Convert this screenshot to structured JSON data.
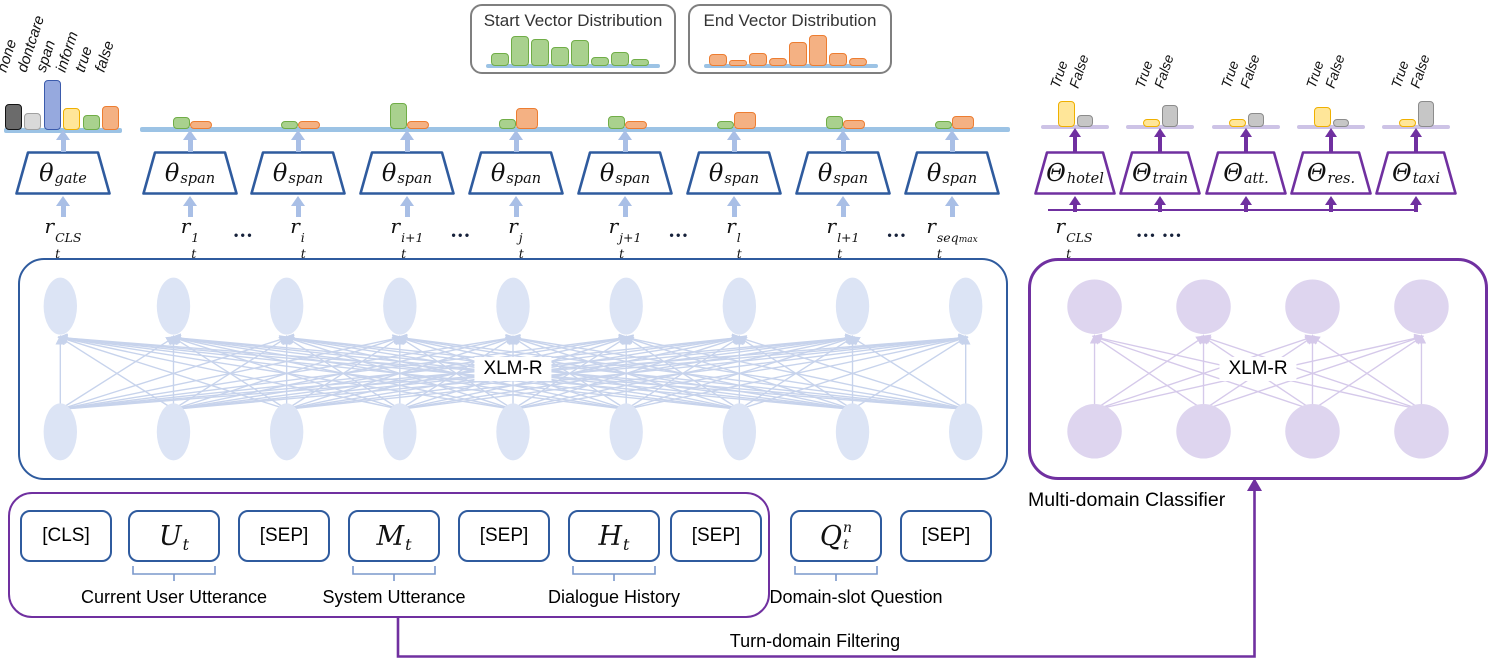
{
  "colors": {
    "blue": "#2f5b9e",
    "purple": "#7030a0",
    "light_blue": "#a9bfe6",
    "baseline_blue": "#9cc3e5",
    "baseline_purple": "#cdc3e6",
    "node_blue": "#dce4f5",
    "edge_blue": "#c7d3ec",
    "node_purple": "#ded5ef",
    "edge_purple": "#d5c9ea",
    "brace_blue": "#7a98cc",
    "box_gray": "#7f7f7f",
    "bars": {
      "dark": {
        "fill": "#6b6b6b",
        "edge": "#141414"
      },
      "gray": {
        "fill": "#d9d9d9",
        "edge": "#a0a0a0"
      },
      "dgray": {
        "fill": "#c6c6c6",
        "edge": "#8c8c8c"
      },
      "bluebar": {
        "fill": "#96a9de",
        "edge": "#3b5bac"
      },
      "yellow": {
        "fill": "#ffe699",
        "edge": "#efb000"
      },
      "green": {
        "fill": "#a9d18e",
        "edge": "#70ad47"
      },
      "orange": {
        "fill": "#f4b183",
        "edge": "#ed7d31"
      }
    }
  },
  "gate_chart": {
    "bars": [
      {
        "label": "none",
        "color": "dark",
        "h": 26
      },
      {
        "label": "dontcare",
        "color": "gray",
        "h": 17
      },
      {
        "label": "span",
        "color": "bluebar",
        "h": 50
      },
      {
        "label": "inform",
        "color": "yellow",
        "h": 22
      },
      {
        "label": "true",
        "color": "green",
        "h": 15
      },
      {
        "label": "false",
        "color": "orange",
        "h": 24
      }
    ]
  },
  "distributions": [
    {
      "title": "Start Vector Distribution",
      "color": "green",
      "values": [
        13,
        30,
        27,
        19,
        26,
        9,
        14,
        7
      ]
    },
    {
      "title": "End Vector Distribution",
      "color": "orange",
      "values": [
        12,
        6,
        13,
        8,
        24,
        31,
        13,
        8
      ]
    }
  ],
  "span_charts": [
    {
      "start": 12,
      "end": 8
    },
    {
      "start": 8,
      "end": 8
    },
    {
      "start": 26,
      "end": 8
    },
    {
      "start": 10,
      "end": 21
    },
    {
      "start": 13,
      "end": 8
    },
    {
      "start": 8,
      "end": 17
    },
    {
      "start": 13,
      "end": 9
    },
    {
      "start": 8,
      "end": 13
    }
  ],
  "domain_charts": {
    "labels": [
      "True",
      "False"
    ],
    "charts": [
      {
        "domain": "hotel",
        "true_h": 26,
        "false_h": 12
      },
      {
        "domain": "train",
        "true_h": 8,
        "false_h": 22
      },
      {
        "domain": "att.",
        "true_h": 8,
        "false_h": 14
      },
      {
        "domain": "res.",
        "true_h": 20,
        "false_h": 8
      },
      {
        "domain": "taxi",
        "true_h": 8,
        "false_h": 26
      }
    ]
  },
  "trapezoids": {
    "left": [
      {
        "sym": "θ",
        "sub": "gate"
      },
      {
        "sym": "θ",
        "sub": "span"
      },
      {
        "sym": "θ",
        "sub": "span"
      },
      {
        "sym": "θ",
        "sub": "span"
      },
      {
        "sym": "θ",
        "sub": "span"
      },
      {
        "sym": "θ",
        "sub": "span"
      },
      {
        "sym": "θ",
        "sub": "span"
      },
      {
        "sym": "θ",
        "sub": "span"
      },
      {
        "sym": "θ",
        "sub": "span"
      }
    ],
    "right": [
      {
        "sym": "Θ",
        "sub": "hotel"
      },
      {
        "sym": "Θ",
        "sub": "train"
      },
      {
        "sym": "Θ",
        "sub": "att."
      },
      {
        "sym": "Θ",
        "sub": "res."
      },
      {
        "sym": "Θ",
        "sub": "taxi"
      }
    ]
  },
  "r_labels": {
    "base": "r",
    "sub": "t",
    "left": [
      {
        "sup": "CLS"
      },
      {
        "sup": "1",
        "dots_after": true
      },
      {
        "sup": "i"
      },
      {
        "sup": "i+1",
        "dots_after": true
      },
      {
        "sup": "j"
      },
      {
        "sup": "j+1",
        "dots_after": true
      },
      {
        "sup": "l"
      },
      {
        "sup": "l+1",
        "dots_after": true
      },
      {
        "sup": "seq",
        "sup_sub": "max"
      }
    ],
    "right_cls": {
      "sup": "CLS"
    },
    "dots": "•••",
    "right_dots": "••• •••"
  },
  "encoders": [
    {
      "label": "XLM-R"
    },
    {
      "label": "XLM-R"
    }
  ],
  "labels": {
    "classifier": "Multi-domain Classifier",
    "turn_filtering": "Turn-domain Filtering"
  },
  "tokens": {
    "items": [
      {
        "kind": "tag",
        "text": "[CLS]"
      },
      {
        "kind": "math",
        "base": "U",
        "sub": "t",
        "group": "Current User Utterance"
      },
      {
        "kind": "tag",
        "text": "[SEP]"
      },
      {
        "kind": "math",
        "base": "M",
        "sub": "t",
        "group": "System Utterance"
      },
      {
        "kind": "tag",
        "text": "[SEP]"
      },
      {
        "kind": "math",
        "base": "H",
        "sub": "t",
        "group": "Dialogue History"
      },
      {
        "kind": "tag",
        "text": "[SEP]"
      },
      {
        "kind": "math",
        "base": "Q",
        "sub": "t",
        "sup": "n",
        "group": "Domain-slot Question"
      },
      {
        "kind": "tag",
        "text": "[SEP]"
      }
    ]
  }
}
